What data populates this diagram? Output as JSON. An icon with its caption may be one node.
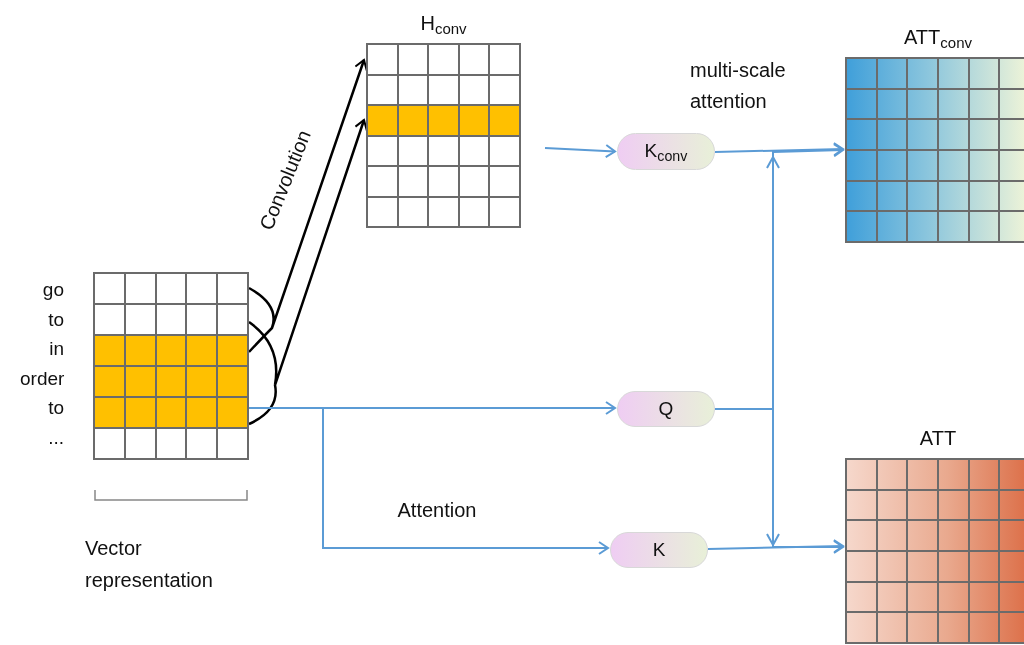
{
  "diagram": {
    "nodes": [
      {
        "text": [],
        "shape": "box"
      },
      {
        "text": [
          "H$_{conv}$"
        ]
      },
      {
        "text": [
          "K$_{conv}$"
        ]
      },
      {
        "text": [
          "Q"
        ]
      },
      {
        "text": [
          "K"
        ]
      },
      {
        "text": [
          "ATT$_{conv}$"
        ]
      },
      {
        "text": [
          "ATT"
        ]
      }
    ],
    "edges": [
      {
        "from": 0,
        "to": 1,
        "arrow": "to",
        "label": "Convolution",
        "color": "#000000"
      },
      {
        "from": 0,
        "to": 1,
        "arrow": "to",
        "color": "#000000"
      },
      {
        "from": null,
        "to": 2,
        "arrow": "to"
      },
      {
        "from": 0,
        "to": 3,
        "arrow": "to"
      },
      {
        "from": 0,
        "to": 4,
        "arrow": "to",
        "label": "Attention"
      },
      {
        "from": 2,
        "to": 5,
        "arrow": "to"
      },
      {
        "from": 4,
        "to": 6,
        "arrow": "to"
      },
      {
        "from": 3,
        "to": 5,
        "arrow": "to"
      },
      {
        "from": 3,
        "to": 6,
        "arrow": "to"
      }
    ],
    "labels": [
      "multi-scale attention",
      "go",
      "to",
      "in",
      "order",
      "to",
      "...",
      "Vector representation"
    ]
  }
}
